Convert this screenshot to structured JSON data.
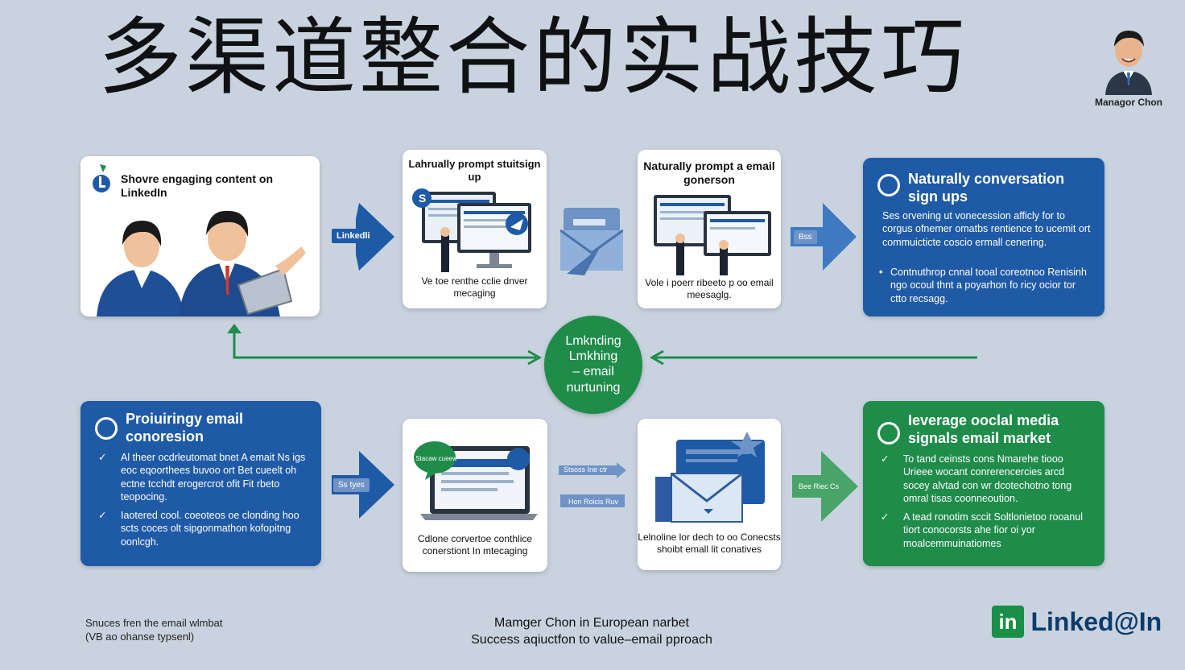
{
  "title": "多渠道整合的实战技巧",
  "avatar": {
    "name": "Managor Chon"
  },
  "row1": {
    "card1": {
      "heading": "Shovre engaging content on LinkedIn"
    },
    "chip_linkedin": "Linkedli",
    "card2": {
      "top": "Lahrually prompt stuitsign up",
      "bottom": "Ve toe renthe cclie dnver mecaging"
    },
    "card3": {
      "top": "Naturally prompt a email gonerson",
      "bottom": "Vole i poerr ribeeto p oo email meesaglg."
    },
    "chip_mid": "Bss",
    "card4": {
      "heading": "Naturally conversation sign ups",
      "body": "Ses orvening ut vonecession afficly for to corgus ofnemer omatbs rentience to ucemit ort commuicticte coscio ermall cenering.",
      "bullet": "Contnuthrop cnnal tooal coreotnoo Renisinh ngo ocoul thnt a poyarhon fo ricy ocior tor ctto recsagg."
    }
  },
  "hub": {
    "lines": [
      "Lmknding",
      "Lmkhing",
      "– email",
      "nurtuning"
    ]
  },
  "row2": {
    "card5": {
      "heading": "Proiuiringy email conoresion",
      "b1": "Al theer ocdrleutomat bnet A emait Ns igs eoc eqoorthees buvoo ort Bet cueelt oh ectne tcchdt erogercrot ofit Fit rbeto teopocing.",
      "b2": "Iaotered cool. coeoteos oe clonding hoo scts coces olt sipgonmathon kofopitng oonlcgh."
    },
    "chip_left": "Ss  tyes",
    "card6": {
      "badge": "Stacaw cueew",
      "bottom": "Cdlone corvertoe conthlice conerstiont In mtecaging"
    },
    "chip_a": "Stsoss Ine ctr",
    "chip_b": "Hon Roicis Ruv",
    "card7": {
      "bottom": "Lelnoline lor dech to oo Conecsts shoibt emall lit conatives"
    },
    "chip_right": "Bee Riec Cs",
    "card8": {
      "heading": "Ieverage ooclal media signals email market",
      "b1": "To tand ceinsts cons Nmarehe tiooo Urieee wocant conrerencercies arcd socey alvtad con wr dcotechotno tong omral tisas coonneoution.",
      "b2": "A tead ronotim sccit Soltlonietoo rooanul tiort conocorsts ahe fior oi yor moalcemmuinatiomes"
    }
  },
  "footer": {
    "left1": "Snuces fren the email wlmbat",
    "left2": "(VB ao ohanse typsenl)",
    "center1": "Mamger Chon in European narbet",
    "center2": "Success aqiuctfon to value–email pproach",
    "logo_box": "in",
    "logo_word": "Linked@In"
  },
  "colors": {
    "blue": "#1f5aa6",
    "green": "#1f8c4a",
    "background": "#c9d3df"
  }
}
